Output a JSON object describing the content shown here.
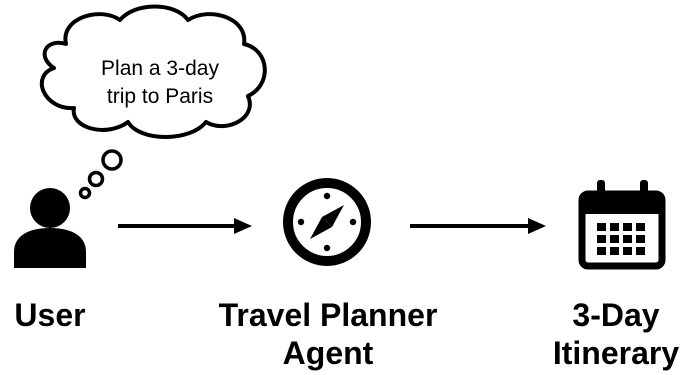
{
  "thought_bubble": {
    "line1": "Plan a 3-day",
    "line2": "trip to Paris"
  },
  "nodes": [
    {
      "id": "user",
      "label_lines": [
        "User"
      ],
      "icon": "user-icon"
    },
    {
      "id": "agent",
      "label_lines": [
        "Travel Planner",
        "Agent"
      ],
      "icon": "compass-icon"
    },
    {
      "id": "itinerary",
      "label_lines": [
        "3-Day",
        "Itinerary"
      ],
      "icon": "calendar-icon"
    }
  ],
  "colors": {
    "ink": "#000000",
    "background": "#ffffff"
  }
}
